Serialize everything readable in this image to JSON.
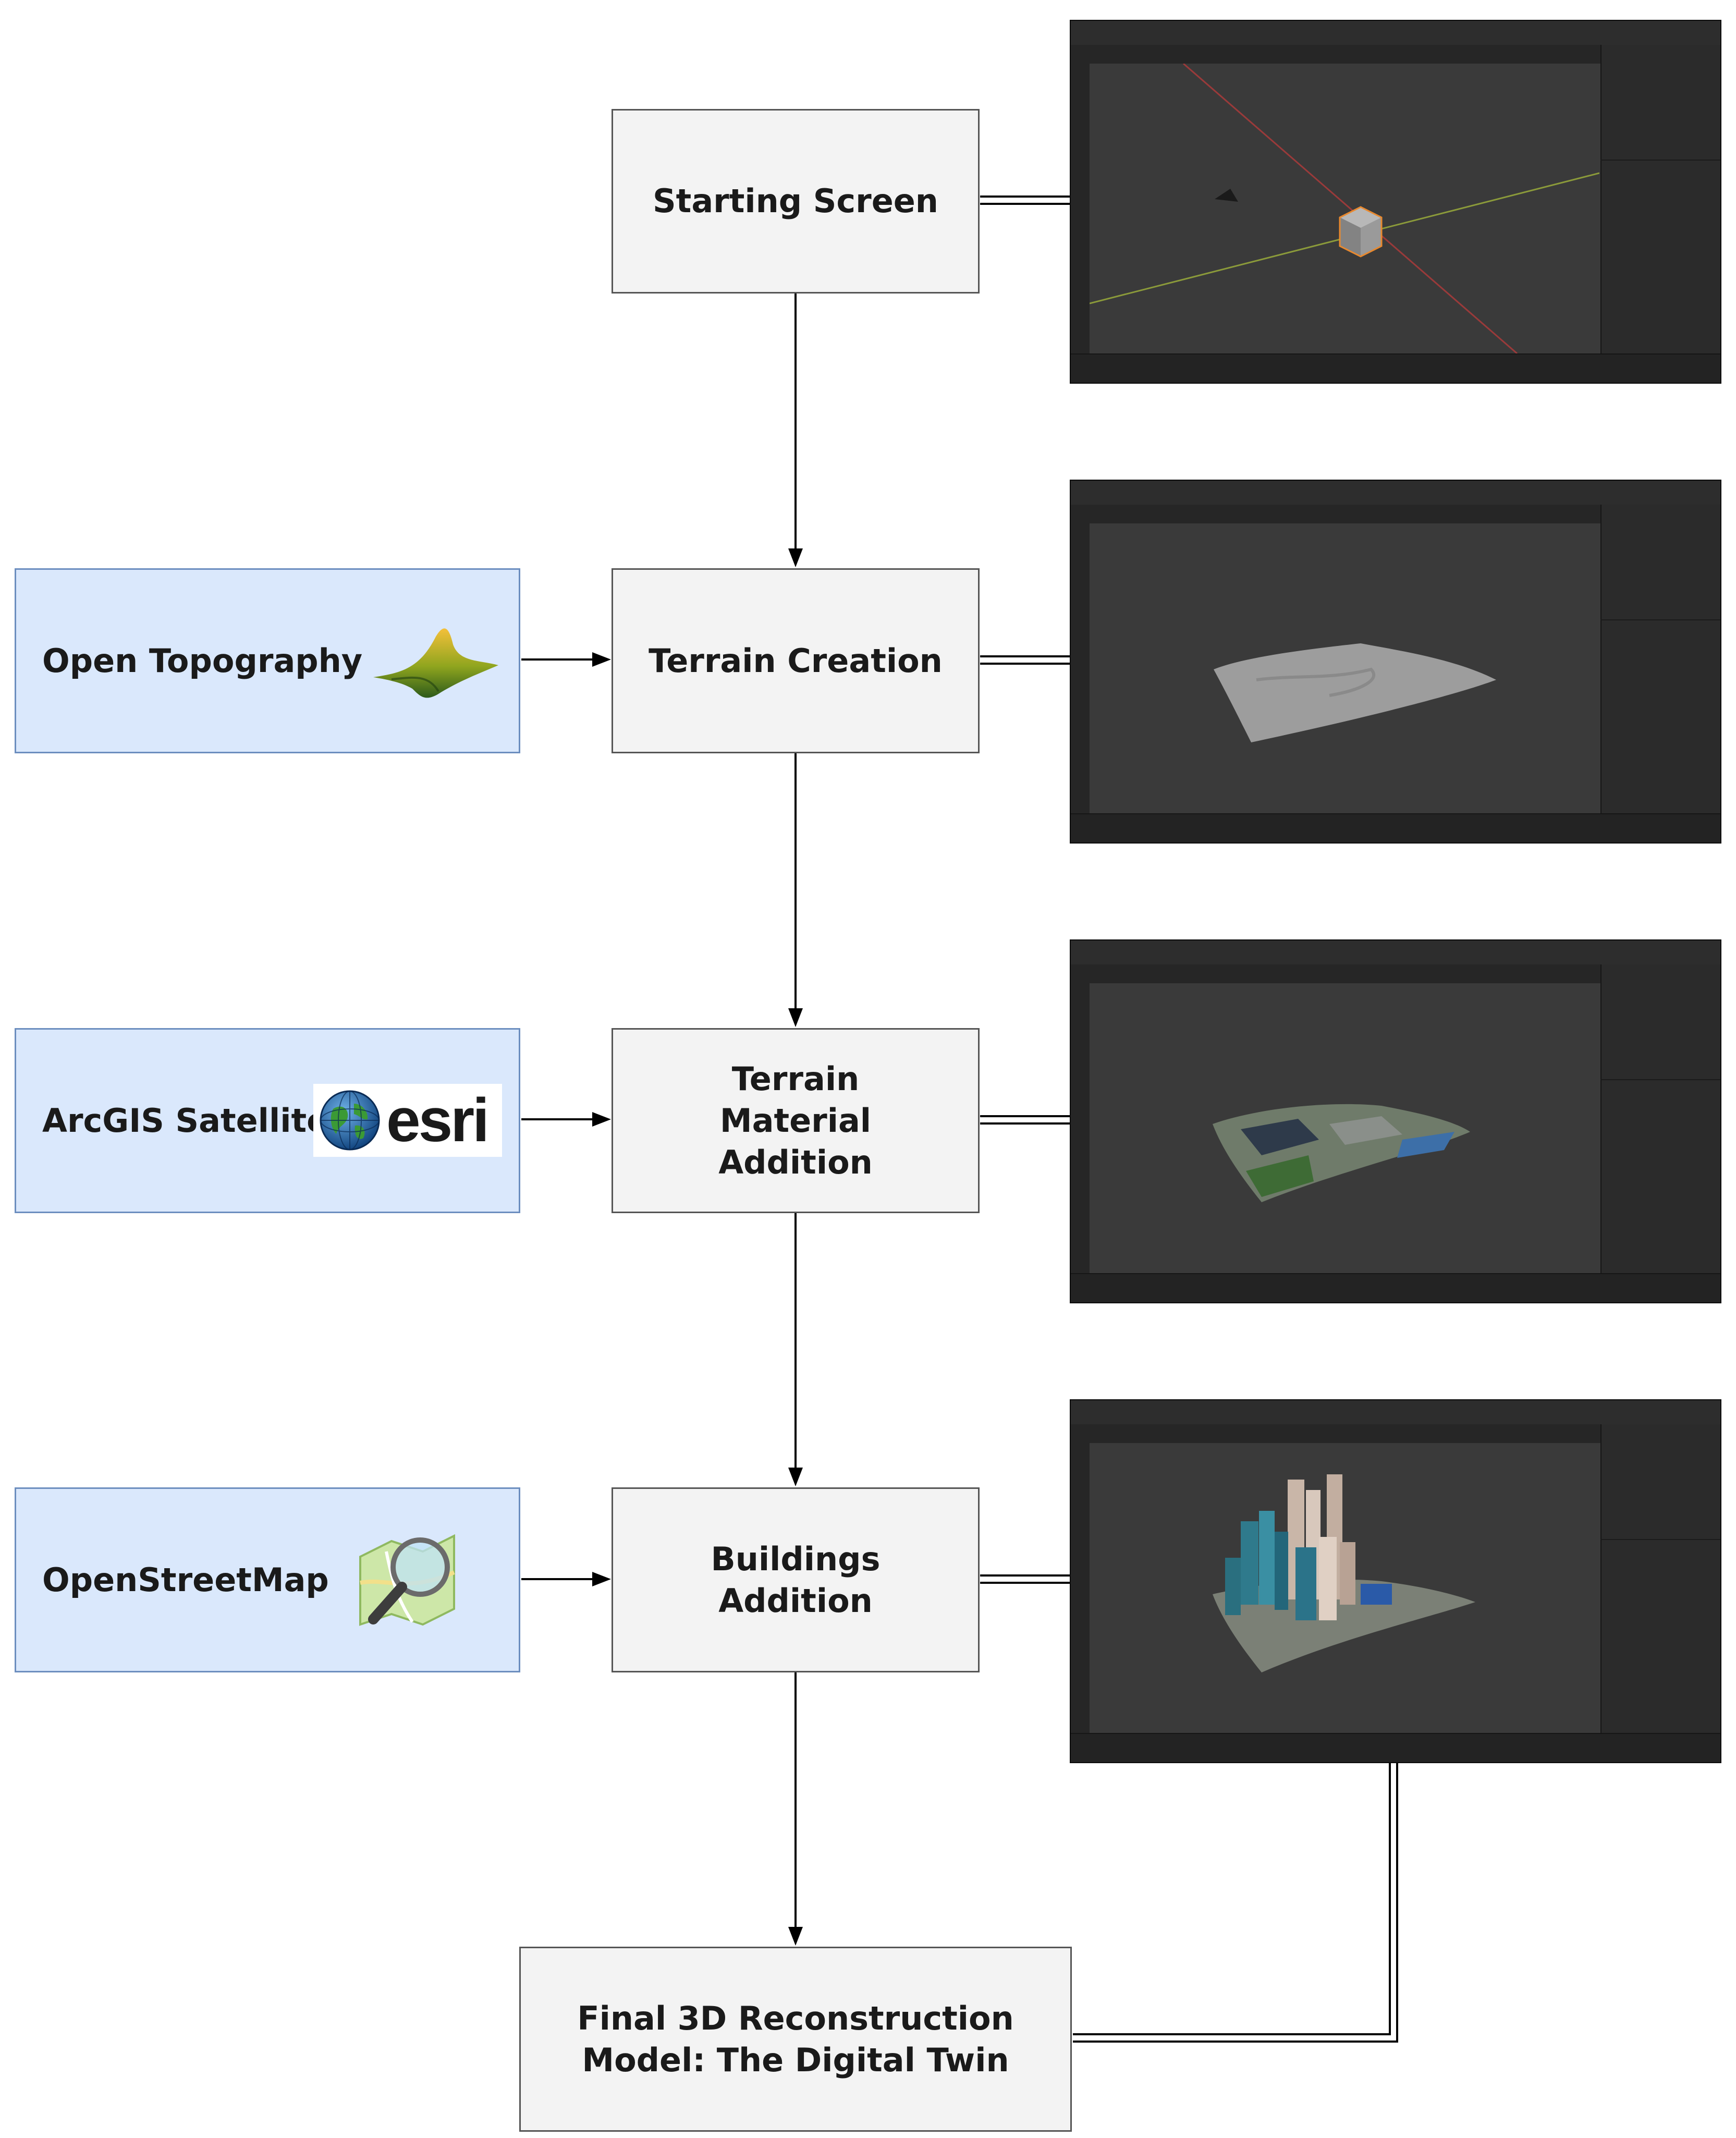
{
  "steps": {
    "starting_screen": "Starting Screen",
    "terrain_creation": "Terrain Creation",
    "terrain_material": "Terrain Material Addition",
    "buildings_addition": "Buildings Addition",
    "final_model": "Final 3D Reconstruction Model: The Digital Twin"
  },
  "sources": {
    "open_topography": "Open Topography",
    "arcgis": "ArcGIS Satellite",
    "esri_logo_text": "esri",
    "osm": "OpenStreetMap"
  },
  "colors": {
    "step_fill": "#f3f3f3",
    "source_fill": "#dae8fc",
    "source_border": "#6c8ebf",
    "viewport": "#3a3a3a"
  },
  "icons": [
    "terrain-surface-icon",
    "esri-globe-icon",
    "osm-magnifier-icon",
    "blender-screenshot"
  ]
}
